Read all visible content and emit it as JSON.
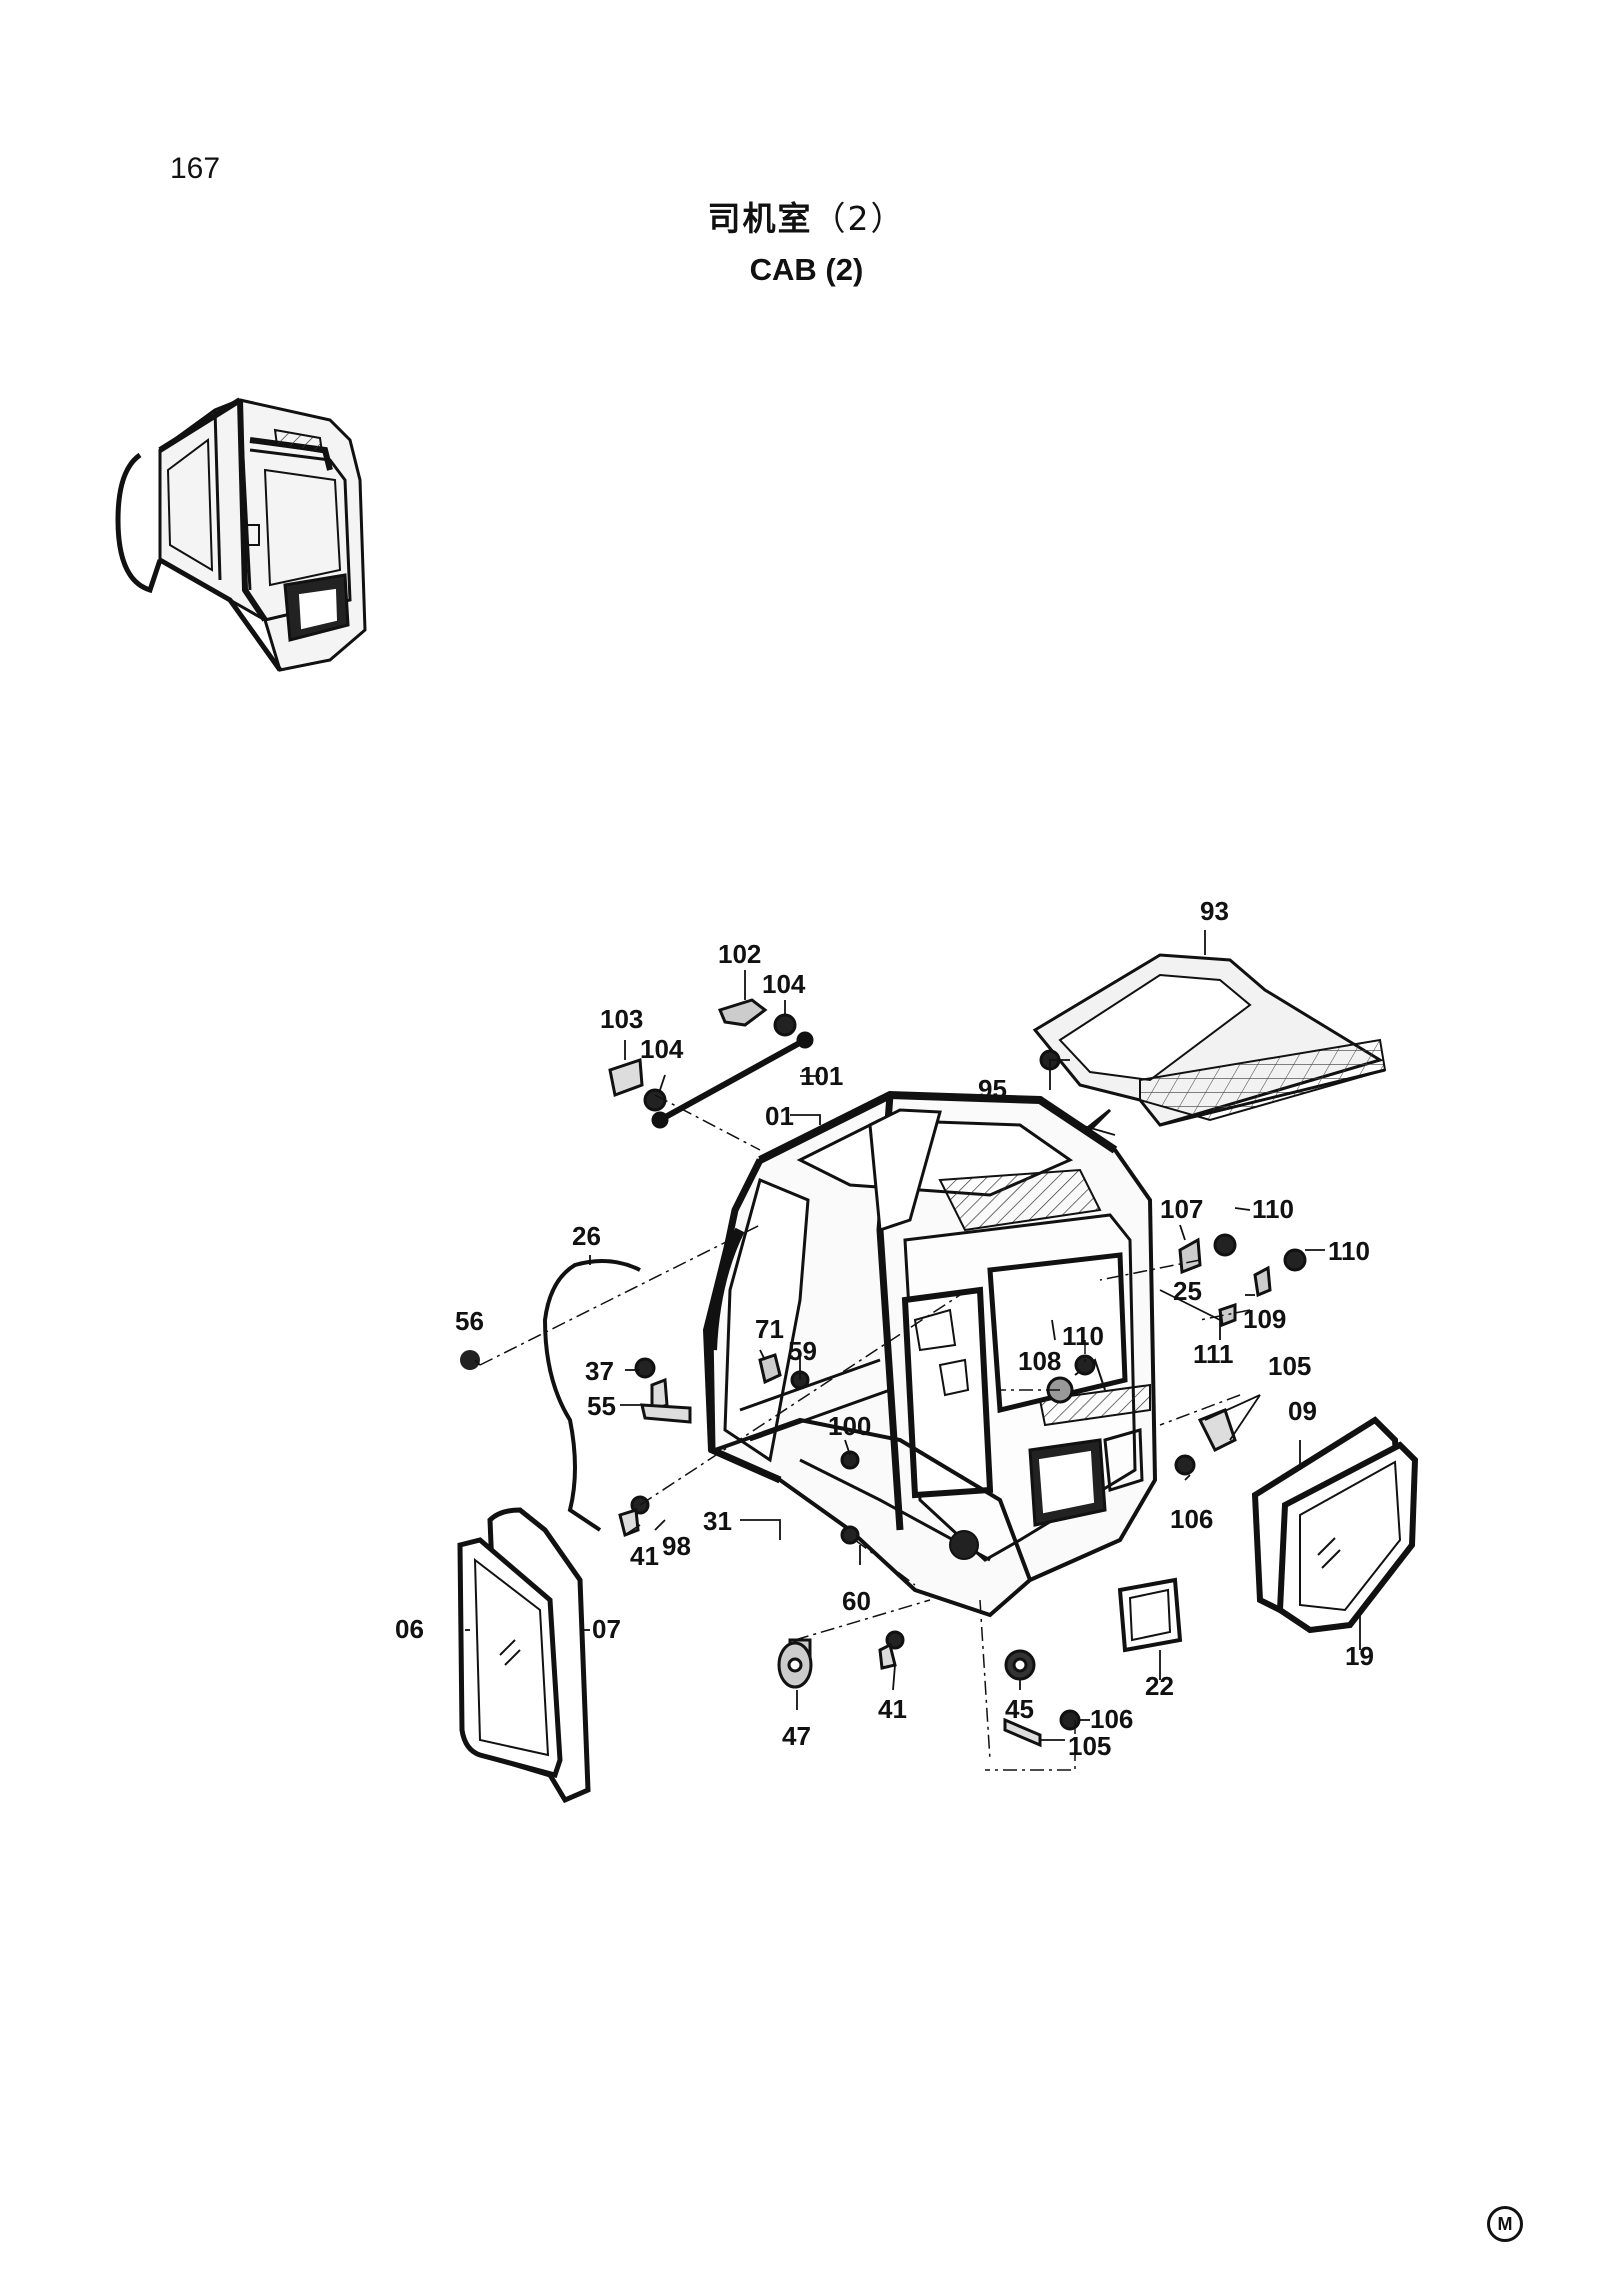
{
  "page": {
    "number": "167"
  },
  "title": {
    "chinese": "司机室",
    "chinese_suffix": "（2）",
    "english": "CAB (2)"
  },
  "corner_mark": "M",
  "parts": [
    {
      "id": "part-01",
      "label": "01"
    },
    {
      "id": "part-06",
      "label": "06"
    },
    {
      "id": "part-07",
      "label": "07"
    },
    {
      "id": "part-09",
      "label": "09"
    },
    {
      "id": "part-19",
      "label": "19"
    },
    {
      "id": "part-22",
      "label": "22"
    },
    {
      "id": "part-25",
      "label": "25"
    },
    {
      "id": "part-26",
      "label": "26"
    },
    {
      "id": "part-31",
      "label": "31"
    },
    {
      "id": "part-37",
      "label": "37"
    },
    {
      "id": "part-41a",
      "label": "41"
    },
    {
      "id": "part-41b",
      "label": "41"
    },
    {
      "id": "part-45",
      "label": "45"
    },
    {
      "id": "part-47",
      "label": "47"
    },
    {
      "id": "part-55",
      "label": "55"
    },
    {
      "id": "part-56",
      "label": "56"
    },
    {
      "id": "part-59",
      "label": "59"
    },
    {
      "id": "part-60",
      "label": "60"
    },
    {
      "id": "part-71",
      "label": "71"
    },
    {
      "id": "part-93",
      "label": "93"
    },
    {
      "id": "part-95",
      "label": "95"
    },
    {
      "id": "part-98",
      "label": "98"
    },
    {
      "id": "part-100",
      "label": "100"
    },
    {
      "id": "part-101",
      "label": "101"
    },
    {
      "id": "part-102",
      "label": "102"
    },
    {
      "id": "part-103",
      "label": "103"
    },
    {
      "id": "part-104a",
      "label": "104"
    },
    {
      "id": "part-104b",
      "label": "104"
    },
    {
      "id": "part-105a",
      "label": "105"
    },
    {
      "id": "part-105b",
      "label": "105"
    },
    {
      "id": "part-106a",
      "label": "106"
    },
    {
      "id": "part-106b",
      "label": "106"
    },
    {
      "id": "part-107",
      "label": "107"
    },
    {
      "id": "part-108",
      "label": "108"
    },
    {
      "id": "part-109",
      "label": "109"
    },
    {
      "id": "part-110a",
      "label": "110"
    },
    {
      "id": "part-110b",
      "label": "110"
    },
    {
      "id": "part-110c",
      "label": "110"
    },
    {
      "id": "part-111",
      "label": "111"
    }
  ]
}
